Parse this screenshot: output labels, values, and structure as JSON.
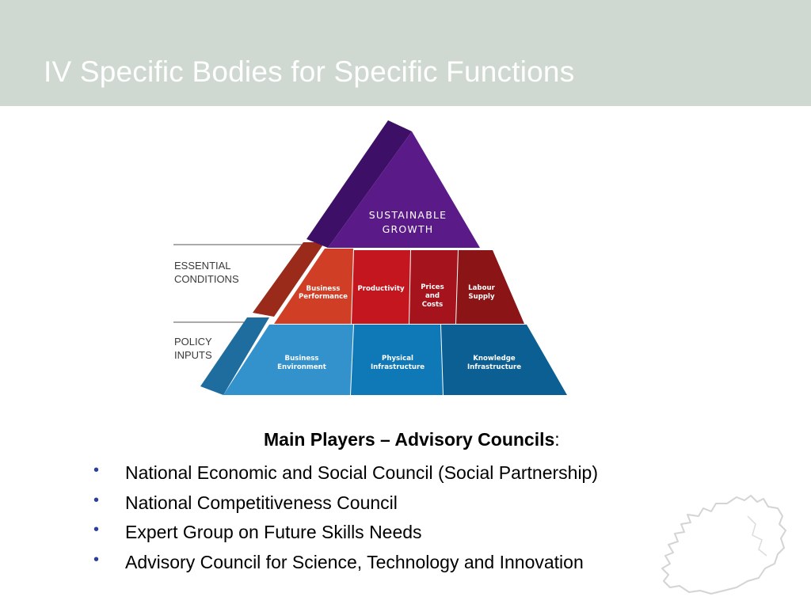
{
  "slide": {
    "title": "IV Specific Bodies for Specific Functions"
  },
  "pyramid": {
    "top_label_line1": "SUSTAINABLE",
    "top_label_line2": "GROWTH",
    "side_labels": {
      "essential_line1": "ESSENTIAL",
      "essential_line2": "CONDITIONS",
      "policy_line1": "POLICY",
      "policy_line2": "INPUTS"
    },
    "essential_conditions": [
      {
        "line1": "Business",
        "line2": "Performance",
        "color": "#cf3e25"
      },
      {
        "line1": "Productivity",
        "color": "#c4161f"
      },
      {
        "line1": "Prices",
        "line2": "and",
        "line3": "Costs",
        "color": "#a5141c"
      },
      {
        "line1": "Labour",
        "line2": "Supply",
        "color": "#8a1416"
      }
    ],
    "policy_inputs": [
      {
        "line1": "Business",
        "line2": "Environment",
        "color": "#3392cc"
      },
      {
        "line1": "Physical",
        "line2": "Infrastructure",
        "color": "#0f78b7"
      },
      {
        "line1": "Knowledge",
        "line2": "Infrastructure",
        "color": "#0b5f93"
      }
    ],
    "colors": {
      "top": "#5a1a88",
      "top_side": "#3e0f66"
    }
  },
  "players": {
    "heading": "Main Players – Advisory Councils",
    "heading_suffix": ":",
    "bullet": "•",
    "items": [
      "National Economic and Social Council (Social Partnership)",
      "National Competitiveness Council",
      "Expert Group on Future Skills Needs",
      "Advisory Council for Science, Technology and Innovation"
    ]
  },
  "colors": {
    "title_bar": "#cfd9d1",
    "title_text": "#ffffff",
    "bullet": "#2e3f9a"
  }
}
